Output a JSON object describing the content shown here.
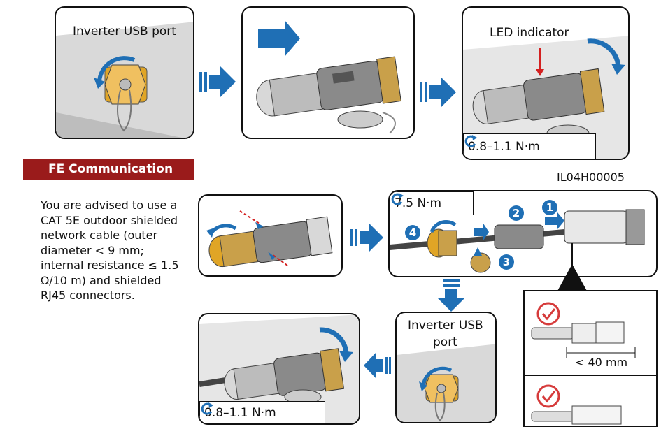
{
  "panel1": {
    "label": "Inverter USB port"
  },
  "panel3": {
    "label": "LED indicator",
    "torque": "0.8–1.1 N·m"
  },
  "section": {
    "title": "FE Communication"
  },
  "figure_code": "IL04H00005",
  "description": "You are advised to use a CAT 5E outdoor shielded network cable (outer diameter < 9 mm; internal resistance ≤ 1.5 Ω/10 m) and shielded RJ45 connectors.",
  "panel5": {
    "torque": "7.5 N·m",
    "steps": [
      "1",
      "2",
      "3",
      "4"
    ]
  },
  "panel6": {
    "label_line1": "Inverter USB",
    "label_line2": "port"
  },
  "panel7": {
    "torque": "0.8–1.1 N·m"
  },
  "inset": {
    "measure": "< 40 mm"
  },
  "colors": {
    "blue": "#1f6fb5",
    "red_bar": "#9a1b1b",
    "brass": "#e0a526",
    "check_red": "#d63b3b"
  }
}
